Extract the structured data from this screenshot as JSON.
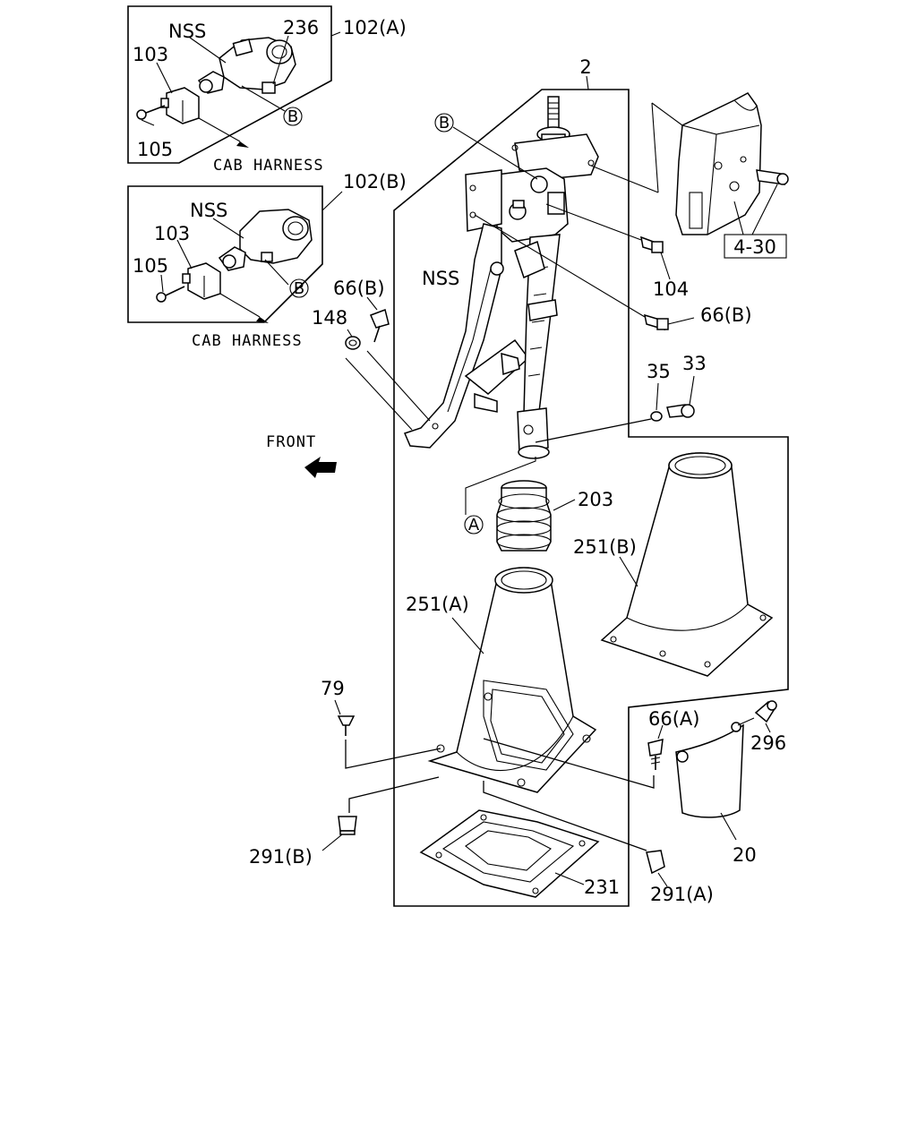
{
  "labels": {
    "ref_102a": "102(A)",
    "ref_102b": "102(B)",
    "nss_1": "NSS",
    "nss_2": "NSS",
    "nss_3": "NSS",
    "ref_236": "236",
    "ref_103_a": "103",
    "ref_103_b": "103",
    "ref_105_a": "105",
    "ref_105_b": "105",
    "cab_harness_1": "CAB HARNESS",
    "cab_harness_2": "CAB HARNESS",
    "ref_2": "2",
    "ref_104": "104",
    "ref_66b_1": "66(B)",
    "ref_66b_2": "66(B)",
    "ref_148": "148",
    "ref_35": "35",
    "ref_33": "33",
    "front": "FRONT",
    "ref_203": "203",
    "ref_251b": "251(B)",
    "ref_251a": "251(A)",
    "ref_79": "79",
    "ref_66a": "66(A)",
    "ref_296": "296",
    "ref_20": "20",
    "ref_291b": "291(B)",
    "ref_291a": "291(A)",
    "ref_231": "231",
    "ref_4_30": "4-30",
    "circle_b_1": "B",
    "circle_b_2": "B",
    "circle_b_3": "B",
    "circle_a": "A"
  }
}
